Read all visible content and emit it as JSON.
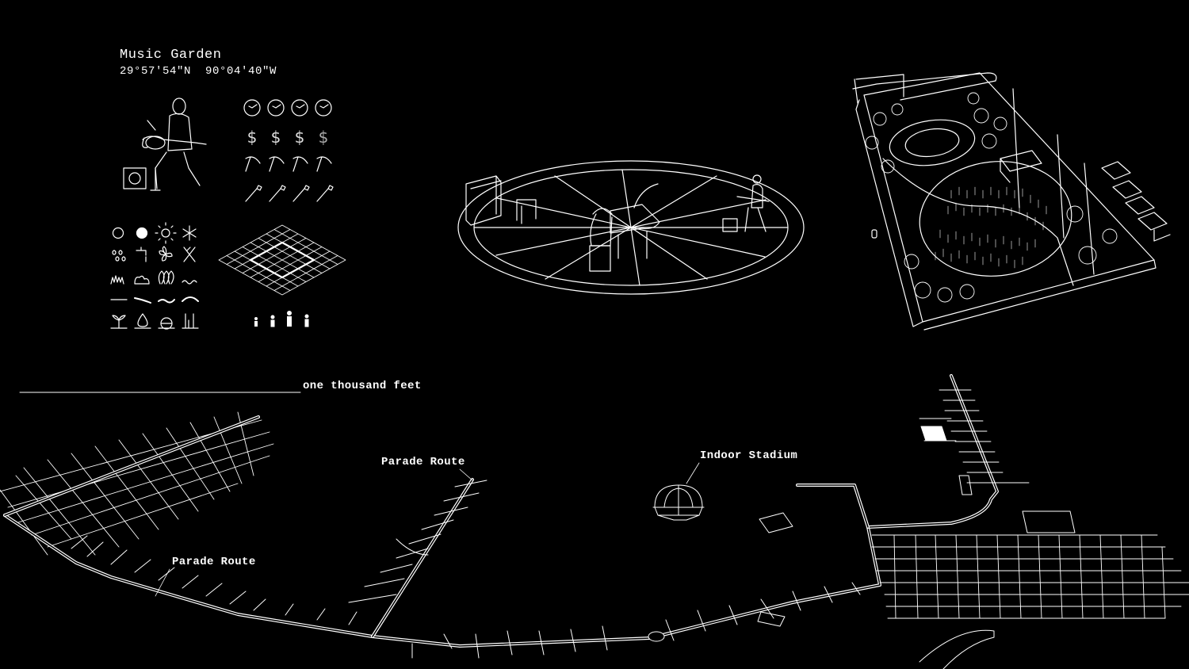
{
  "header": {
    "title": "Music Garden",
    "coordinates": "29°57′54″N  90°04′40″W"
  },
  "legend": {
    "clock_icons": [
      "clock-icon",
      "clock-icon",
      "clock-icon",
      "clock-icon"
    ],
    "cost_symbol": "$",
    "cost_icons_count": 4,
    "tool_icons": [
      "pickaxe-icon",
      "wrench-icon"
    ],
    "weather_icons": [
      "new-moon-icon",
      "full-moon-icon",
      "sun-icon",
      "snowflake-icon"
    ],
    "people_icons_count": 4
  },
  "scale_bar": {
    "label": "one thousand feet"
  },
  "map_labels": {
    "parade_route_north": "Parade Route",
    "parade_route_south": "Parade Route",
    "indoor_stadium": "Indoor Stadium"
  },
  "colors": {
    "background": "#000000",
    "line": "#ffffff"
  }
}
